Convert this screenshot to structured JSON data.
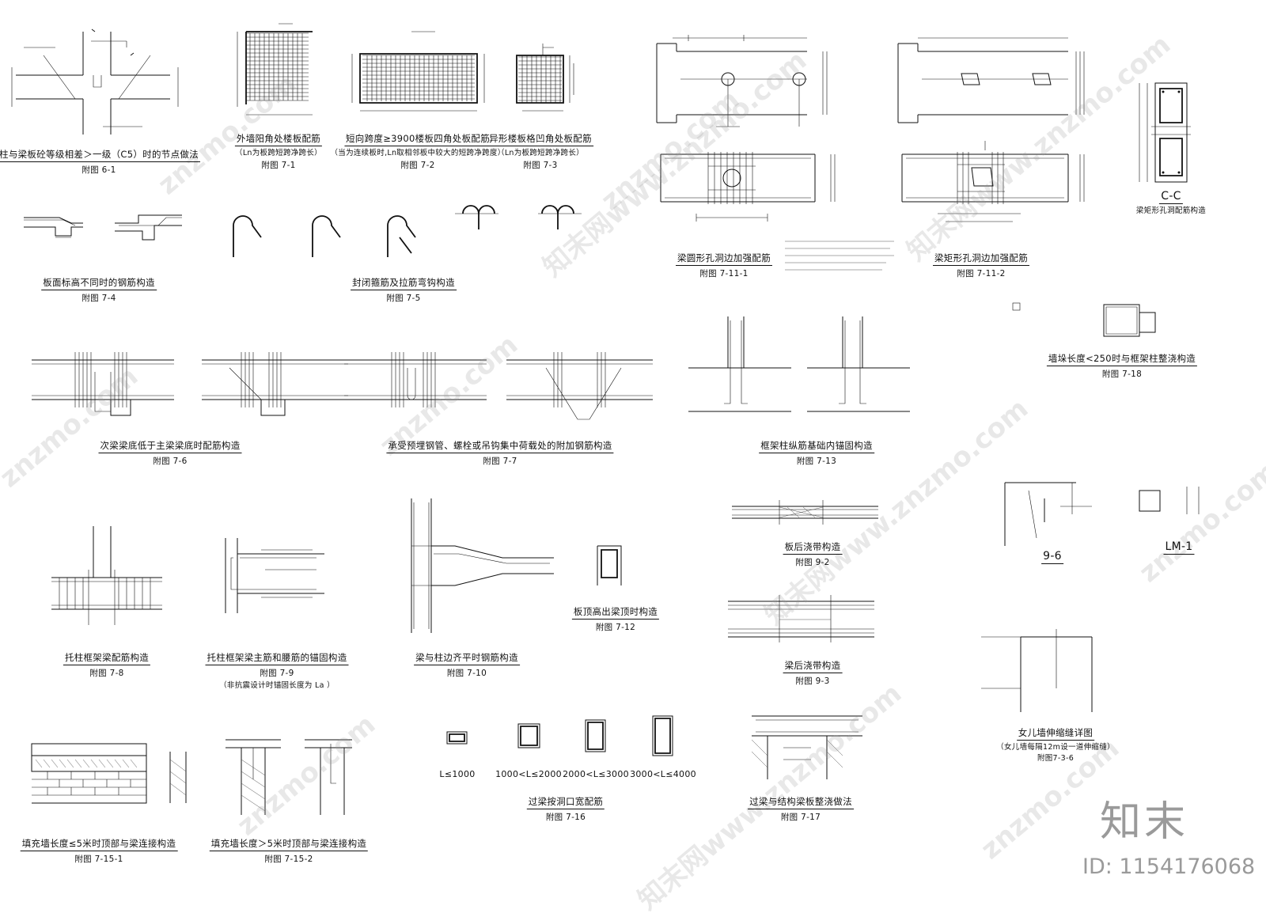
{
  "labels": [
    {
      "id": "d6-1",
      "title": "柱与梁板砼等级相差＞一级（C5）时的节点做法",
      "sub": "附图 6-1"
    },
    {
      "id": "d7-1",
      "title": "外墙阳角处楼板配筋",
      "note": "（Ln为板跨短跨净跨长）",
      "sub": "附图 7-1"
    },
    {
      "id": "d7-2",
      "title": "短向跨度≥3900楼板四角处板配筋",
      "note": "（当为连续板时,Ln取相邻板中较大的短跨净跨度）",
      "sub": "附图 7-2"
    },
    {
      "id": "d7-3",
      "title": "异形楼板格凹角处板配筋",
      "note": "（Ln为板跨短跨净跨长）",
      "sub": "附图 7-3"
    },
    {
      "id": "d7-11-1",
      "title": "梁圆形孔洞边加强配筋",
      "sub": "附图 7-11-1"
    },
    {
      "id": "d7-11-2",
      "title": "梁矩形孔洞边加强配筋",
      "sub": "附图 7-11-2"
    },
    {
      "id": "dcc",
      "title": "C-C",
      "note": "梁矩形孔洞配筋构造"
    },
    {
      "id": "d7-4",
      "title": "板面标高不同时的钢筋构造",
      "sub": "附图 7-4"
    },
    {
      "id": "d7-5",
      "title": "封闭箍筋及拉筋弯钩构造",
      "sub": "附图 7-5"
    },
    {
      "id": "d7-18",
      "title": "墙垛长度<250时与框架柱整浇构造",
      "sub": "附图 7-18"
    },
    {
      "id": "d7-6",
      "title": "次梁梁底低于主梁梁底时配筋构造",
      "sub": "附图 7-6"
    },
    {
      "id": "d7-7",
      "title": "承受预埋钢管、螺栓或吊钩集中荷载处的附加钢筋构造",
      "sub": "附图 7-7"
    },
    {
      "id": "d7-13",
      "title": "框架柱纵筋基础内锚固构造",
      "sub": "附图 7-13"
    },
    {
      "id": "d9-2",
      "title": "板后浇带构造",
      "sub": "附图 9-2"
    },
    {
      "id": "d9-6",
      "title": "9-6"
    },
    {
      "id": "dlm1",
      "title": "LM-1"
    },
    {
      "id": "d7-12",
      "title": "板顶高出梁顶时构造",
      "sub": "附图 7-12"
    },
    {
      "id": "d7-8",
      "title": "托柱框架梁配筋构造",
      "sub": "附图 7-8"
    },
    {
      "id": "d7-9",
      "title": "托柱框架梁主筋和腰筋的锚固构造",
      "sub": "附图 7-9",
      "note": "（非抗震设计时锚固长度为 La ）"
    },
    {
      "id": "d7-10",
      "title": "梁与柱边齐平时钢筋构造",
      "sub": "附图 7-10"
    },
    {
      "id": "d9-3",
      "title": "梁后浇带构造",
      "sub": "附图 9-3"
    },
    {
      "id": "dparapet",
      "title": "女儿墙伸缩缝详图",
      "note": "（女儿墙每隔12m设一道伸缩缝）",
      "sub": "附图7-3-6"
    },
    {
      "id": "d7-15-1",
      "title": "填充墙长度≤5米时顶部与梁连接构造",
      "sub": "附图 7-15-1"
    },
    {
      "id": "d7-15-2",
      "title": "填充墙长度＞5米时顶部与梁连接构造",
      "sub": "附图 7-15-2"
    },
    {
      "id": "d7-16",
      "title": "过梁按洞口宽配筋",
      "sub": "附图 7-16"
    },
    {
      "id": "d7-17",
      "title": "过梁与结构梁板整浇做法",
      "sub": "附图 7-17"
    }
  ],
  "lintel_ranges": [
    "L≤1000",
    "1000<L≤2000",
    "2000<L≤3000",
    "3000<L≤4000"
  ],
  "brand": "知末",
  "id_label": "ID: 1154176068",
  "watermark": "znzmo.com",
  "watermark_cn": "知末网www.znzmo.com"
}
